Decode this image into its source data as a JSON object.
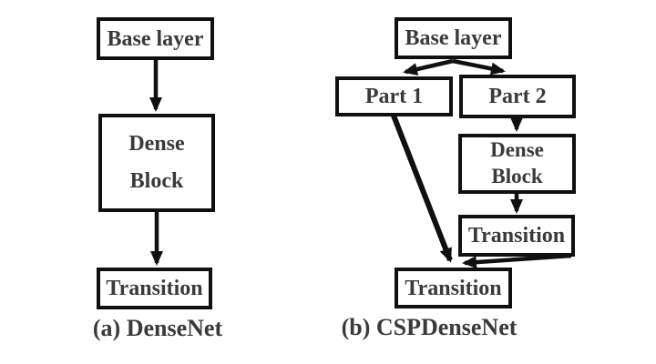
{
  "colors": {
    "line": "#101010",
    "text": "#3a3a3a",
    "background": "#ffffff"
  },
  "figure": {
    "diagram_a": {
      "caption": "(a) DenseNet",
      "nodes": {
        "base_layer": "Base layer",
        "dense_block": "Dense\nBlock",
        "transition": "Transition"
      }
    },
    "diagram_b": {
      "caption": "(b) CSPDenseNet",
      "nodes": {
        "base_layer": "Base layer",
        "part_1": "Part 1",
        "part_2": "Part 2",
        "dense_block": "Dense\nBlock",
        "transition_upper": "Transition",
        "transition_lower": "Transition"
      }
    }
  }
}
